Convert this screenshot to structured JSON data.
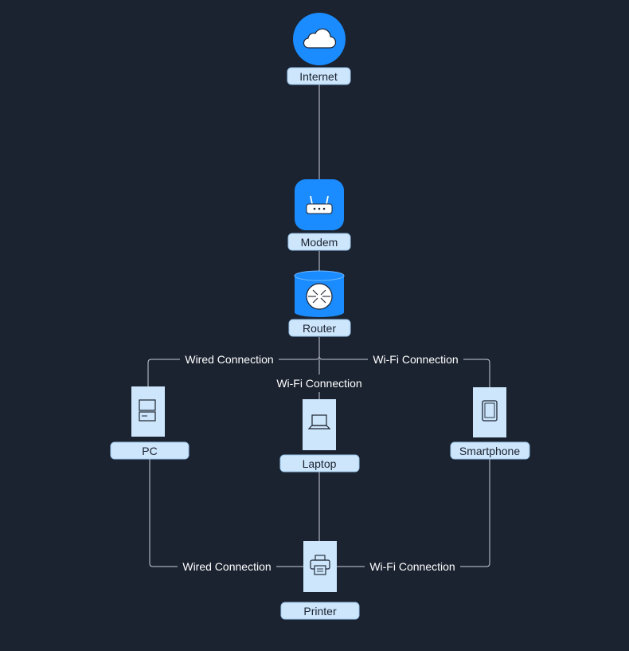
{
  "colors": {
    "background": "#1b2230",
    "accent": "#1a8cff",
    "card": "#cde6fb",
    "line": "#c9cfd8",
    "edge_text": "#ffffff"
  },
  "nodes": {
    "internet": {
      "label": "Internet",
      "icon": "cloud-icon"
    },
    "modem": {
      "label": "Modem",
      "icon": "modem-icon"
    },
    "router": {
      "label": "Router",
      "icon": "router-icon"
    },
    "pc": {
      "label": "PC",
      "icon": "desktop-computer-icon"
    },
    "laptop": {
      "label": "Laptop",
      "icon": "laptop-icon"
    },
    "smartphone": {
      "label": "Smartphone",
      "icon": "smartphone-icon"
    },
    "printer": {
      "label": "Printer",
      "icon": "printer-icon"
    }
  },
  "edges": {
    "router_pc": "Wired Connection",
    "router_laptop": "Wi-Fi Connection",
    "router_smartphone": "Wi-Fi Connection",
    "pc_printer": "Wired Connection",
    "smartphone_printer": "Wi-Fi Connection"
  }
}
